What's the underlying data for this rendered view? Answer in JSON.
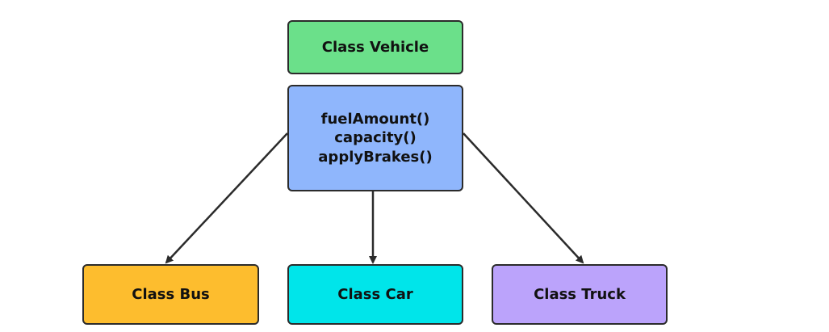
{
  "colors": {
    "vehicle": "#6be08a",
    "methods": "#8fb6fc",
    "bus": "#fdbd2e",
    "car": "#00e5ea",
    "truck": "#bba3fb",
    "stroke": "#2b2b2b"
  },
  "vehicle": {
    "label": "Class Vehicle"
  },
  "methods": {
    "items": [
      "fuelAmount()",
      "capacity()",
      "applyBrakes()"
    ]
  },
  "children": {
    "bus": {
      "label": "Class Bus"
    },
    "car": {
      "label": "Class Car"
    },
    "truck": {
      "label": "Class Truck"
    }
  }
}
